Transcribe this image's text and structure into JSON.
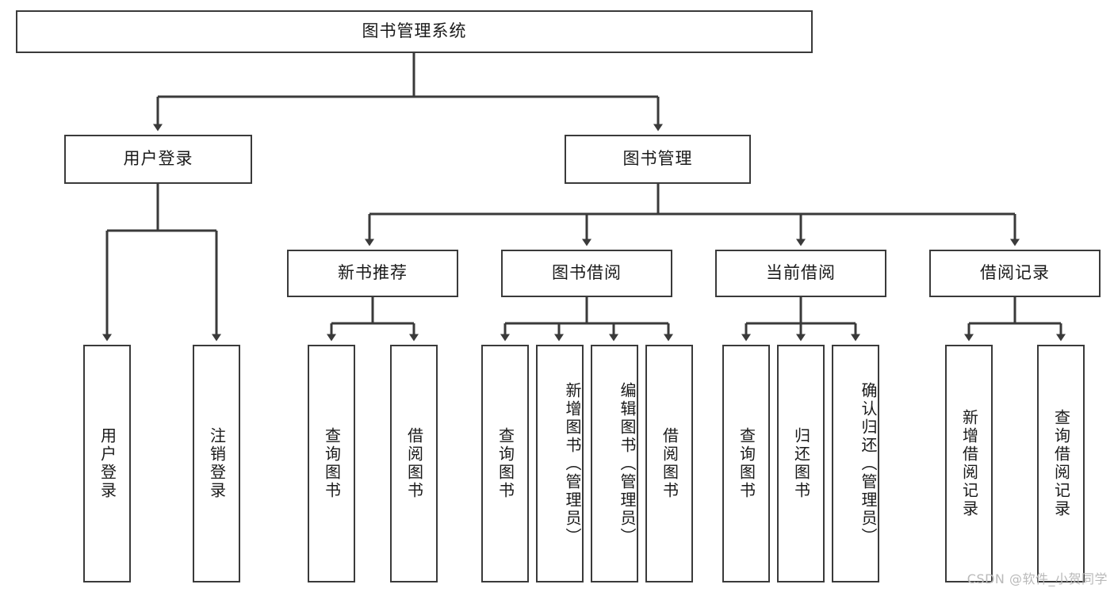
{
  "diagram": {
    "title": "图书管理系统",
    "type": "tree-hierarchy-flowchart",
    "watermark": "CSDN @软件_小贺同学",
    "colors": {
      "border": "#3a3a3a",
      "background": "#ffffff",
      "text": "#1a1a1a",
      "watermark": "#b9b9b9"
    },
    "nodes": {
      "root": {
        "label": "图书管理系统"
      },
      "level2": [
        {
          "id": "user-login",
          "label": "用户登录"
        },
        {
          "id": "book-manage",
          "label": "图书管理"
        }
      ],
      "level3": [
        {
          "id": "new-book-recommend",
          "label": "新书推荐"
        },
        {
          "id": "book-borrow",
          "label": "图书借阅"
        },
        {
          "id": "current-borrow",
          "label": "当前借阅"
        },
        {
          "id": "borrow-record",
          "label": "借阅记录"
        }
      ],
      "leaves": {
        "user-login": [
          {
            "id": "leaf-user-login",
            "label": "用户登录"
          },
          {
            "id": "leaf-logout-login",
            "label": "注销登录"
          }
        ],
        "new-book-recommend": [
          {
            "id": "leaf-query-book-1",
            "label": "查询图书"
          },
          {
            "id": "leaf-borrow-book-1",
            "label": "借阅图书"
          }
        ],
        "book-borrow": [
          {
            "id": "leaf-query-book-2",
            "label": "查询图书"
          },
          {
            "id": "leaf-add-book",
            "label": "新增图书（管理员）"
          },
          {
            "id": "leaf-edit-book",
            "label": "编辑图书（管理员）"
          },
          {
            "id": "leaf-borrow-book-2",
            "label": "借阅图书"
          }
        ],
        "current-borrow": [
          {
            "id": "leaf-query-book-3",
            "label": "查询图书"
          },
          {
            "id": "leaf-return-book",
            "label": "归还图书"
          },
          {
            "id": "leaf-confirm-return",
            "label": "确认归还（管理员）"
          }
        ],
        "borrow-record": [
          {
            "id": "leaf-add-record",
            "label": "新增借阅记录"
          },
          {
            "id": "leaf-query-record",
            "label": "查询借阅记录"
          }
        ]
      }
    }
  }
}
